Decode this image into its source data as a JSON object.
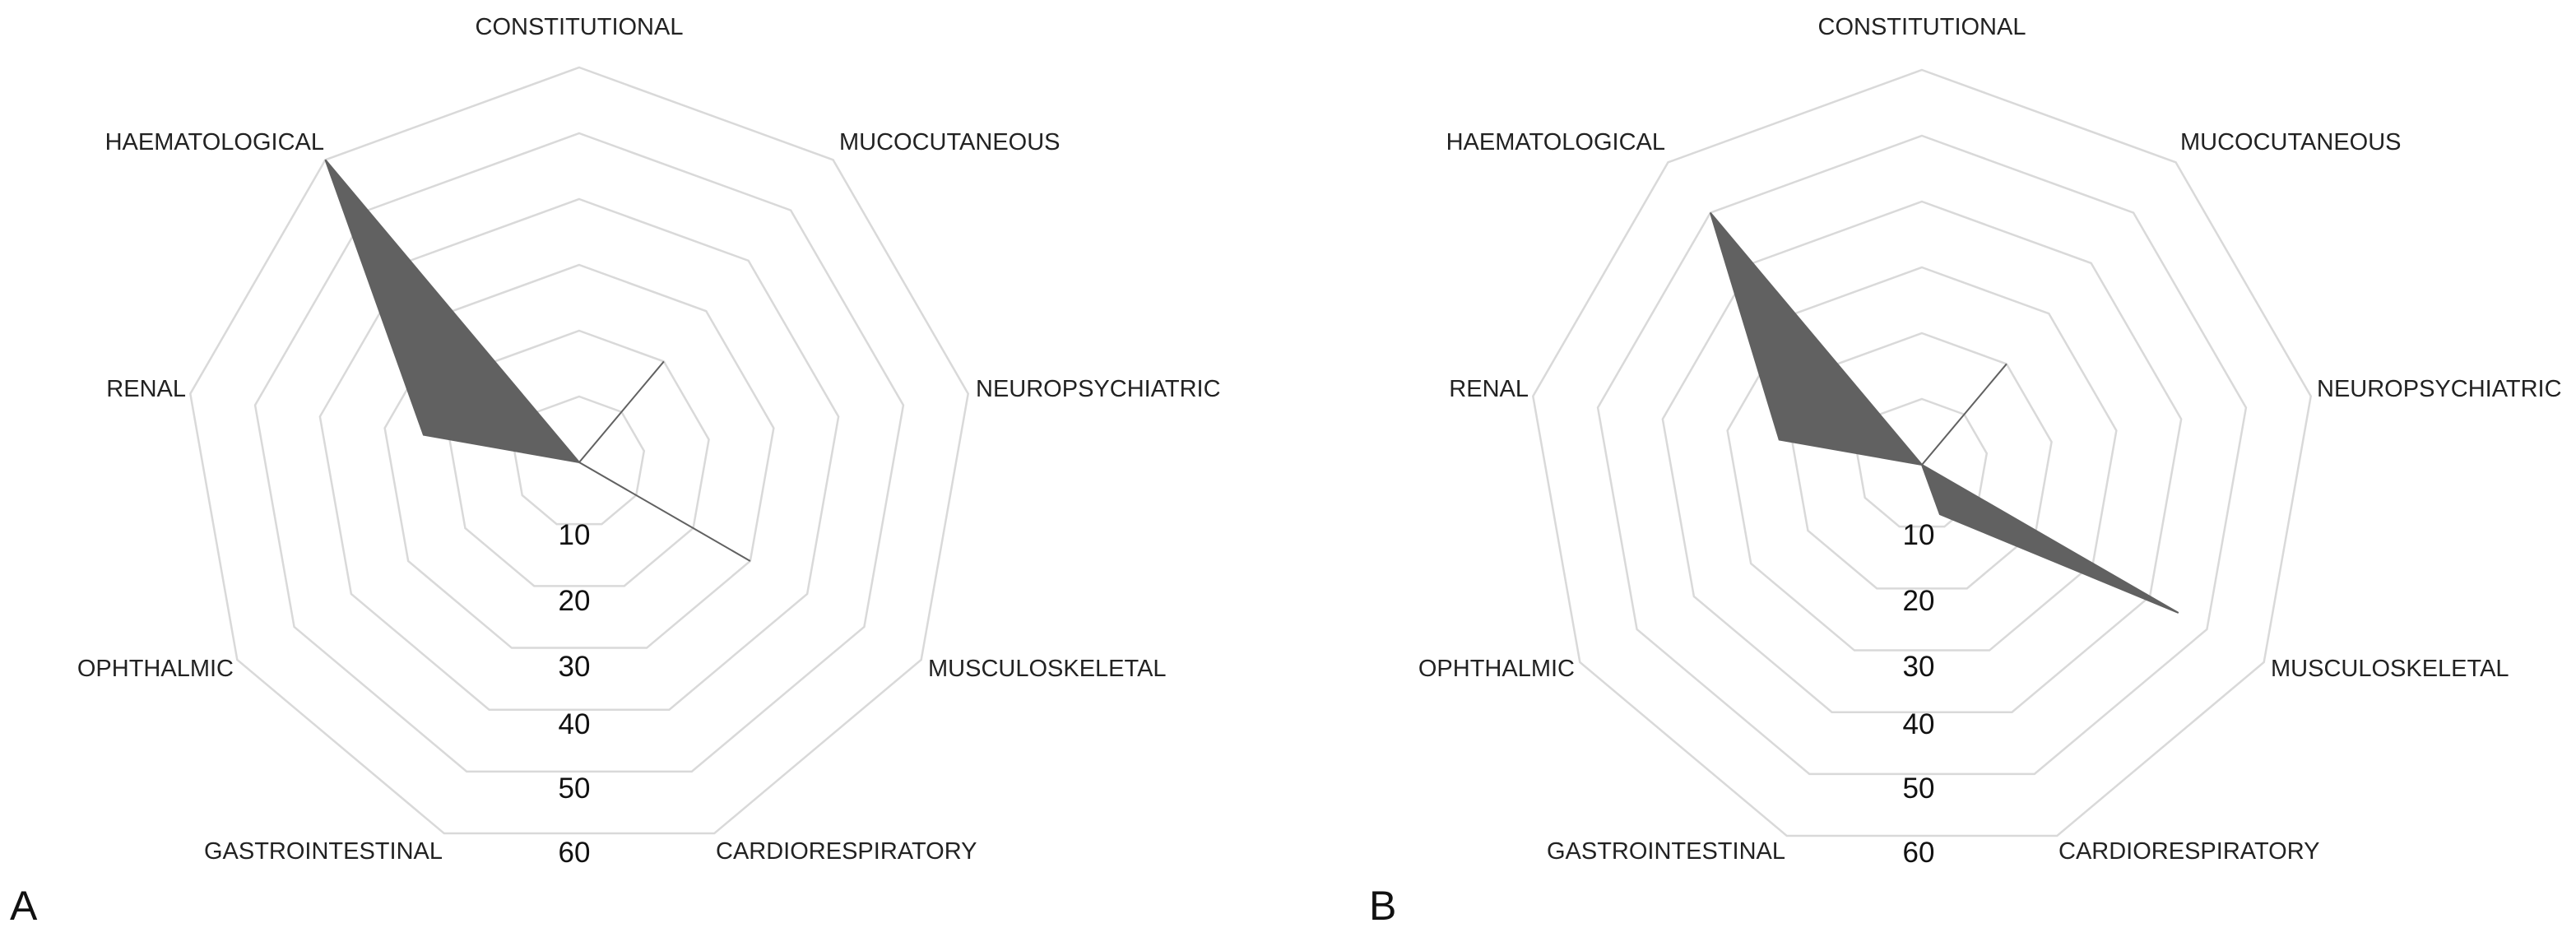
{
  "chart_data": [
    {
      "type": "radar",
      "panel_label": "A",
      "axes": [
        "CONSTITUTIONAL",
        "MUCOCUTANEOUS",
        "NEUROPSYCHIATRIC",
        "MUSCULOSKELETAL",
        "CARDIORESPIRATORY",
        "GASTROINTESTINAL",
        "OPHTHALMIC",
        "RENAL",
        "HAEMATOLOGICAL"
      ],
      "ticks": [
        "10",
        "20",
        "30",
        "40",
        "50",
        "60"
      ],
      "rlim": [
        0,
        60
      ],
      "grid": true,
      "values": [
        0,
        20,
        0,
        30,
        0,
        0,
        0,
        24,
        60
      ],
      "fill_color": "#616161",
      "grid_color": "#d9d9d9"
    },
    {
      "type": "radar",
      "panel_label": "B",
      "axes": [
        "CONSTITUTIONAL",
        "MUCOCUTANEOUS",
        "NEUROPSYCHIATRIC",
        "MUSCULOSKELETAL",
        "CARDIORESPIRATORY",
        "GASTROINTESTINAL",
        "OPHTHALMIC",
        "RENAL",
        "HAEMATOLOGICAL"
      ],
      "ticks": [
        "10",
        "20",
        "30",
        "40",
        "50",
        "60"
      ],
      "rlim": [
        0,
        60
      ],
      "grid": true,
      "values": [
        0,
        20,
        0,
        45,
        8,
        0,
        0,
        22,
        50
      ],
      "fill_color": "#616161",
      "grid_color": "#d9d9d9"
    }
  ]
}
